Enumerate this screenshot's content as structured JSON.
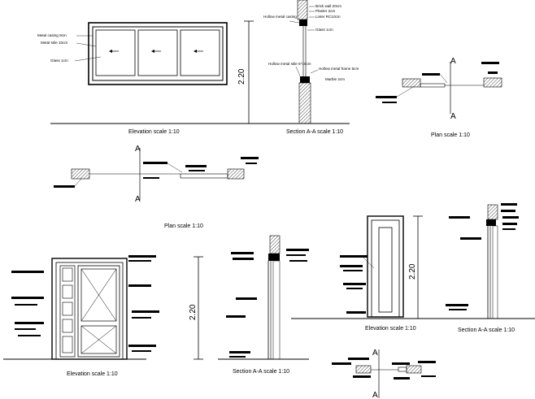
{
  "captions": {
    "window_elevation": "Elevation scale 1:10",
    "window_section": "Section A-A scale 1:10",
    "window_plan": "Plan scale 1:10",
    "mid_plan": "Plan scale 1:10",
    "door_elevation": "Elevation scale 1:10",
    "door_section": "Section A-A scale 1:10",
    "door2_elevation": "Elevation scale 1:10",
    "door2_section": "Section A-A scale 1:10"
  },
  "window_elevation_notes": [
    "Metal casing 9cm",
    "Metal stile 10cm",
    "Glass 1cm"
  ],
  "window_section_notes": [
    "Brick wall 20cm",
    "Plaster 2cm",
    "Linter RC10cm",
    "Hollow metal casing",
    "Glass 1cm",
    "Hollow metal stile 5*10cm",
    "Hollow metal frame 5cm",
    "Marble 2cm"
  ],
  "dimensions": {
    "window_height": "2.20",
    "door_height": "2.20",
    "door2_height": "2.20"
  },
  "section_marks": {
    "letter": "A"
  }
}
